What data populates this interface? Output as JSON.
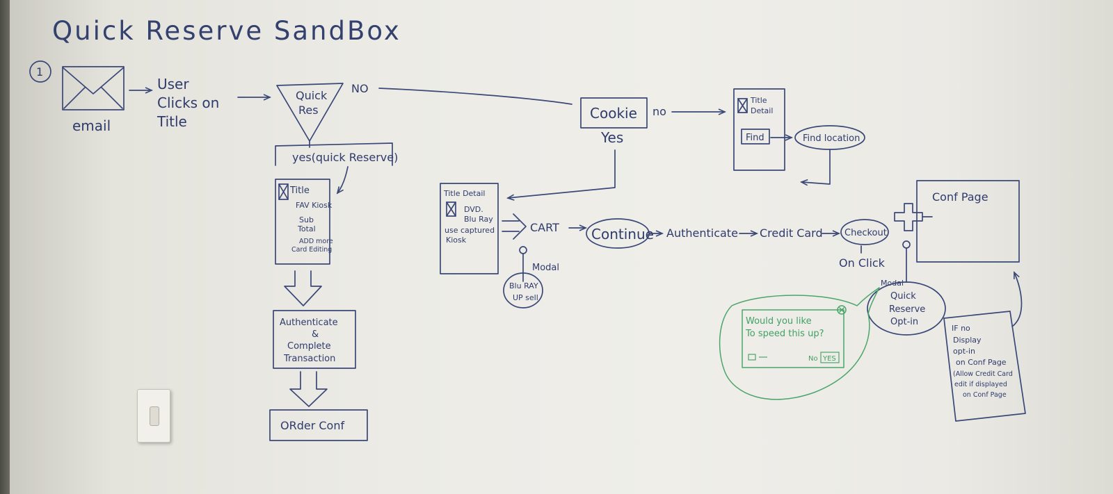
{
  "title": "Quick Reserve SandBox",
  "step_number": "1",
  "nodes": {
    "email": "email",
    "user_clicks": [
      "User",
      "Clicks on",
      "Title"
    ],
    "quick_res": [
      "Quick",
      "Res"
    ],
    "no_label": "NO",
    "yes_quick_reserve": "yes(quick Reserve)",
    "qr_panel": {
      "title": "Title",
      "lines": [
        "FAV Kiosk",
        "Sub",
        "Total",
        "ADD more",
        "Card Editing"
      ]
    },
    "authenticate_complete": [
      "Authenticate",
      "&",
      "Complete",
      "Transaction"
    ],
    "order_conf": "ORder Conf",
    "cookie": "Cookie",
    "cookie_no": "no",
    "cookie_yes": "Yes",
    "title_detail_small": [
      "Title",
      "Detail"
    ],
    "find": "Find",
    "find_location": "Find location",
    "title_detail_main": {
      "header": "Title Detail",
      "lines": [
        "DVD.",
        "Blu Ray",
        "use captured",
        "Kiosk"
      ]
    },
    "cart": "CART",
    "modal_1": "Modal",
    "bluray_upsell": [
      "Blu RAY",
      "UP sell"
    ],
    "continue": "Continue",
    "authenticate": "Authenticate",
    "credit_card": "Credit Card",
    "checkout": "Checkout",
    "on_click": "On Click",
    "conf_page": "Conf Page",
    "modal_2": "Modal",
    "quick_reserve_opt_in": [
      "Quick",
      "Reserve",
      "Opt-in"
    ],
    "modal_mockup": {
      "question": [
        "Would you like",
        "To speed this up?"
      ],
      "no": "No",
      "yes": "YES"
    },
    "note": [
      "IF no",
      "Display",
      "opt-in",
      "on Conf Page",
      "(Allow Credit Card",
      "edit if displayed",
      "on Conf Page"
    ]
  },
  "colors": {
    "marker_blue": "#3a4878",
    "marker_green": "#4aa56a"
  }
}
